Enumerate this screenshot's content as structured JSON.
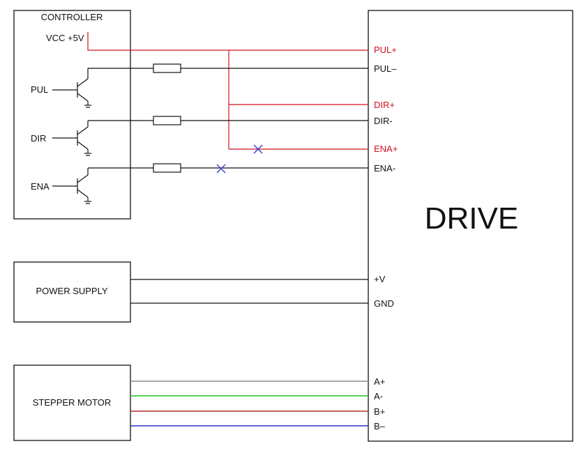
{
  "controller": {
    "title": "CONTROLLER",
    "vcc": "VCC +5V",
    "inputs": [
      "PUL",
      "DIR",
      "ENA"
    ]
  },
  "drive": {
    "title": "DRIVE",
    "terminals": [
      "PUL+",
      "PUL–",
      "DIR+",
      "DIR-",
      "ENA+",
      "ENA-",
      "+V",
      "GND",
      "A+",
      "A-",
      "B+",
      "B–"
    ]
  },
  "power_supply": {
    "title": "POWER  SUPPLY"
  },
  "stepper_motor": {
    "title": "STEPPER  MOTOR"
  },
  "colors": {
    "line": "#111111",
    "positive": "#d0101e",
    "cross_mark": "#3a40d6",
    "coil_a_plus": "#8c8c8c",
    "coil_a_minus": "#21c521",
    "coil_b_plus": "#b0302e",
    "coil_b_minus": "#2438b8"
  },
  "icons": [
    "npn-transistor-icon",
    "resistor-icon",
    "ground-icon",
    "cross-mark-icon"
  ]
}
